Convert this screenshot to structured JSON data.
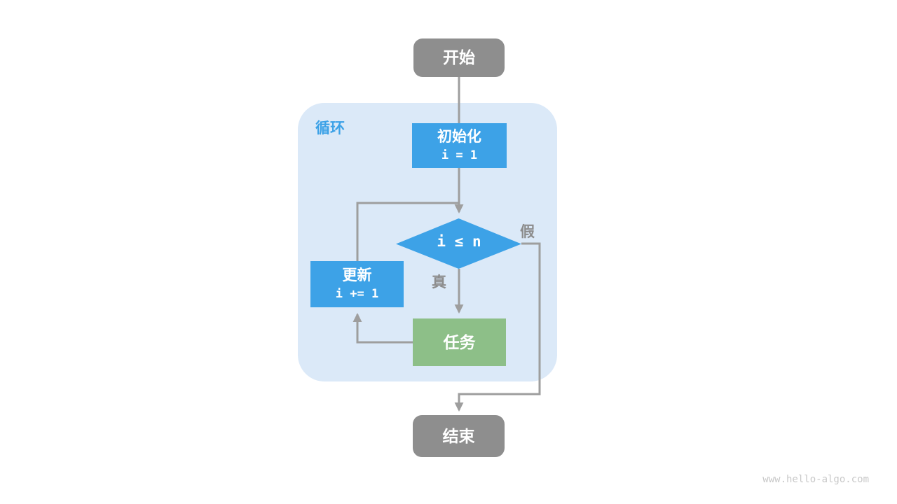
{
  "diagram": {
    "loop_label": "循环",
    "nodes": [
      {
        "id": "start",
        "type": "terminal",
        "label": "开始"
      },
      {
        "id": "init",
        "type": "process",
        "label": "初始化",
        "code": "i = 1"
      },
      {
        "id": "condition",
        "type": "decision",
        "label": "i ≤ n"
      },
      {
        "id": "update",
        "type": "process",
        "label": "更新",
        "code": "i += 1"
      },
      {
        "id": "task",
        "type": "process",
        "label": "任务"
      },
      {
        "id": "end",
        "type": "terminal",
        "label": "结束"
      }
    ],
    "edge_labels": {
      "true_label": "真",
      "false_label": "假"
    },
    "colors": {
      "terminal_gray": "#8e8e8e",
      "process_blue": "#3da2e7",
      "task_green": "#8dbf88",
      "container_blue": "#dbe9f8",
      "wire_gray": "#9e9e9e",
      "branch_label_gray": "#8c8c8c"
    }
  },
  "watermark": "www.hello-algo.com"
}
